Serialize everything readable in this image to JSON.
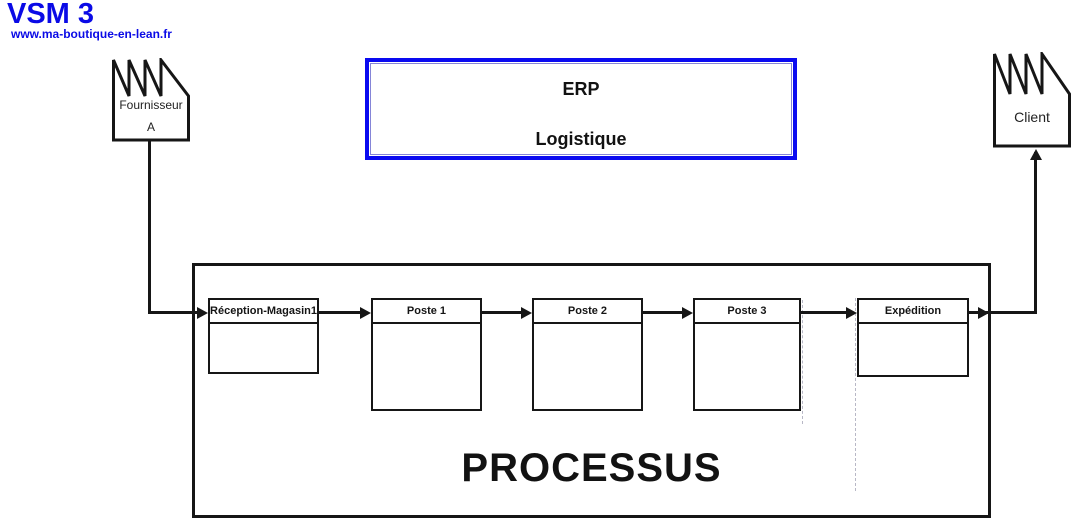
{
  "page": {
    "title": "VSM 3",
    "website": "www.ma-boutique-en-lean.fr"
  },
  "supplier": {
    "name": "Fournisseur",
    "variant": "A"
  },
  "customer": {
    "name": "Client"
  },
  "erp": {
    "title": "ERP",
    "subtitle": "Logistique"
  },
  "process": {
    "title": "PROCESSUS",
    "steps": [
      {
        "label": "Réception-Magasin1"
      },
      {
        "label": "Poste 1"
      },
      {
        "label": "Poste 2"
      },
      {
        "label": "Poste 3"
      },
      {
        "label": "Expédition"
      }
    ]
  },
  "icons": {
    "supplier": "factory-icon",
    "customer": "factory-icon",
    "flow": "arrow-icon"
  },
  "colors": {
    "title_blue": "#0a0ae6",
    "erp_border_blue": "#0a0af0",
    "diagram_black": "#161616"
  }
}
